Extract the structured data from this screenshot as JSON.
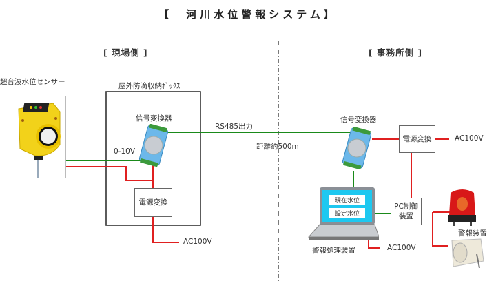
{
  "title": "【　河川水位警報システム】",
  "sections": {
    "field": "[ 現場側 ]",
    "office": "[ 事務所側 ]"
  },
  "field_side": {
    "sensor_label": "超音波水位センサー",
    "enclosure_label": "屋外防滴収納ﾎﾞｯｸｽ",
    "converter_label": "信号変換器",
    "analog_signal_label": "0-10V",
    "power_converter_label": "電源変換",
    "power_input_label": "AC100V"
  },
  "link": {
    "output_label": "RS485出力",
    "distance_label": "距離約500m"
  },
  "office_side": {
    "converter_label": "信号変換器",
    "power_converter_label": "電源変換",
    "power_input_label": "AC100V",
    "pc_control_label": "PC制御\n装置",
    "pc_control_lines": [
      "PC制御",
      "装置"
    ],
    "laptop_label": "警報処理装置",
    "laptop_power_label": "AC100V",
    "screen_items": [
      "現在水位",
      "設定水位"
    ],
    "alarm_label": "警報装置"
  },
  "colors": {
    "signal_wire": "#1a8a1a",
    "power_wire": "#e02020",
    "screen": "#1ec8f0",
    "converter": "#6cb8ea",
    "sensor": "#f2d21a",
    "beacon": "#d81818"
  }
}
